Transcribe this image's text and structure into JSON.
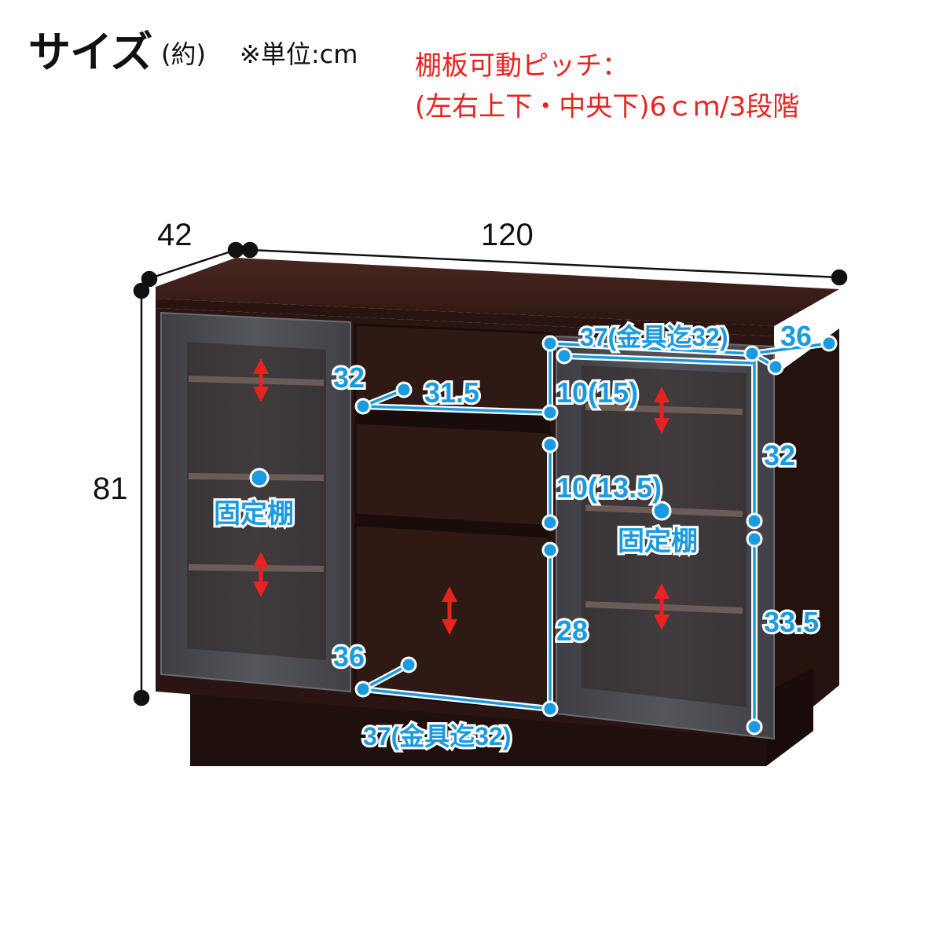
{
  "header": {
    "title": "サイズ",
    "title_note": "(約)",
    "unit_note": "※単位:cm",
    "shelf_pitch_line1": "棚板可動ピッチ：",
    "shelf_pitch_line2": "(左右上下・中央下)6ｃｍ/3段階"
  },
  "outer_dimensions": {
    "depth": "42",
    "width": "120",
    "height": "81"
  },
  "inner_dimensions": {
    "top_right_width": "37(金具迄32)",
    "right_depth": "36",
    "drawer_depth": "32",
    "drawer_width": "31.5",
    "drawer1_height": "10(15)",
    "drawer2_height": "10(13.5)",
    "right_upper_height": "32",
    "right_lower_height": "33.5",
    "drawer3_height": "28",
    "bottom_depth": "36",
    "bottom_width": "37(金具迄32)"
  },
  "labels": {
    "fixed_shelf_left": "固定棚",
    "fixed_shelf_right": "固定棚"
  },
  "colors": {
    "cabinet_wood": "#2e1a16",
    "top_wood": "#3c201b",
    "glass_door": "#4c4c52",
    "dimension_blue": "#1a9ae0",
    "note_red": "#e8231f",
    "arrow_red": "#e8231f"
  }
}
